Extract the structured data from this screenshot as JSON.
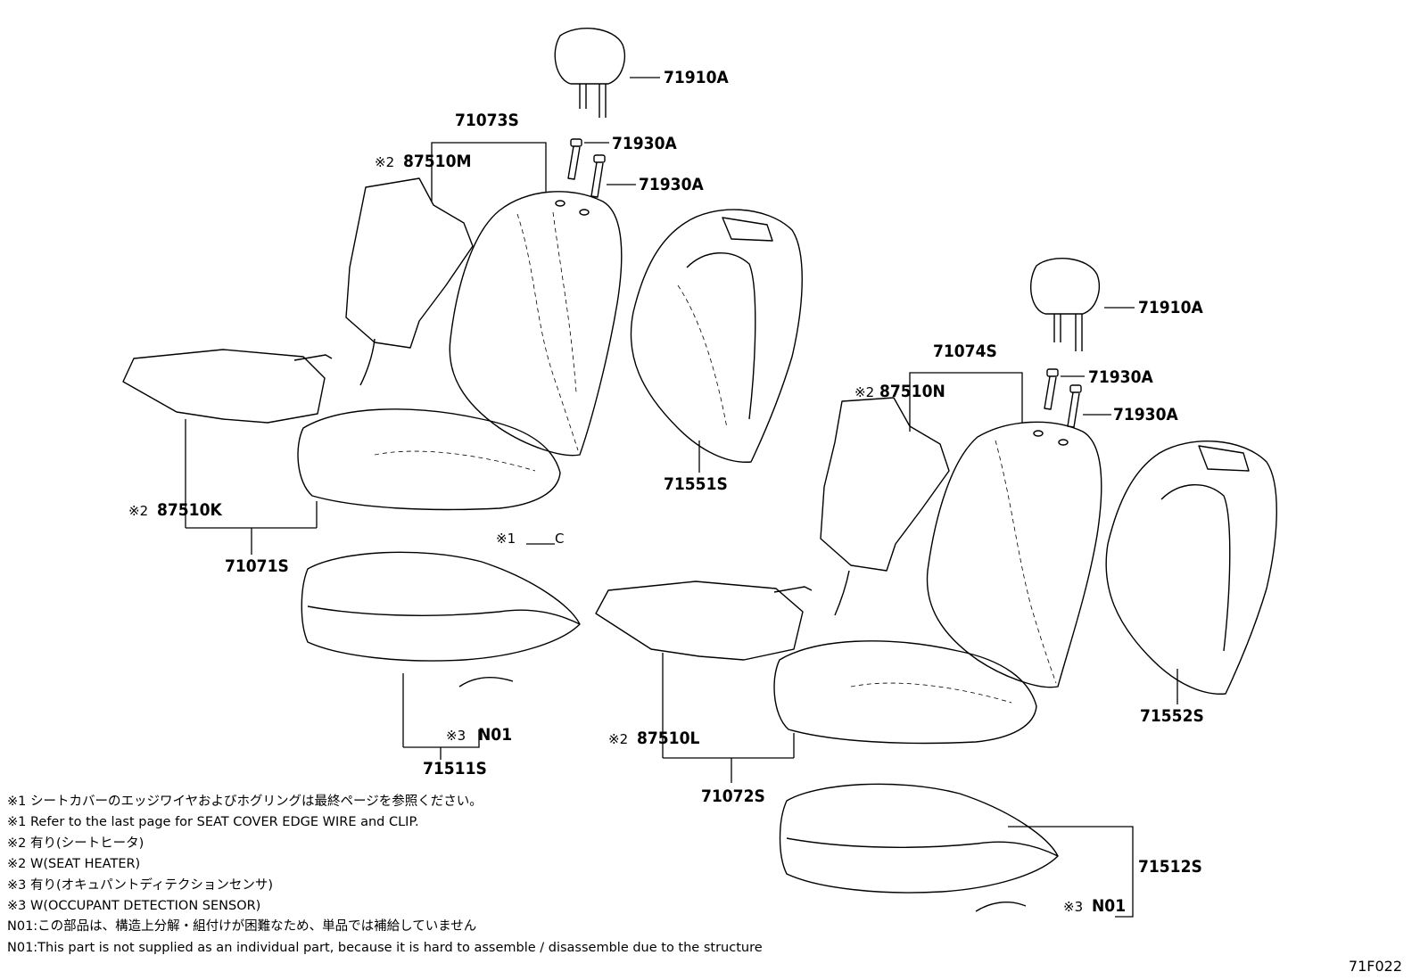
{
  "labels": {
    "headrest_1": "71910A",
    "headrest_2": "71910A",
    "support_1": "71930A",
    "support_2": "71930A",
    "support_3": "71930A",
    "support_4": "71930A",
    "back_assy_left": "71073S",
    "back_assy_right": "71074S",
    "back_cover_left": "71551S",
    "back_cover_right": "71552S",
    "heater_back_left": "87510M",
    "heater_back_right": "87510N",
    "heater_cushion_left": "87510K",
    "heater_cushion_right": "87510L",
    "cushion_assy_left": "71071S",
    "cushion_assy_right": "71072S",
    "cushion_frame_left": "71511S",
    "cushion_frame_right": "71512S",
    "n01_left": "N01",
    "n01_right": "N01",
    "clip_ref": "C",
    "mark1": "※1",
    "mark2": "※2",
    "mark3": "※3"
  },
  "notes": [
    "※1 シートカバーのエッジワイヤおよびホグリングは最終ページを参照ください。",
    "※1 Refer to the last page for SEAT COVER EDGE WIRE and CLIP.",
    "※2 有り(シートヒータ)",
    "※2 W(SEAT HEATER)",
    "※3 有り(オキュパントディテクションセンサ)",
    "※3 W(OCCUPANT DETECTION SENSOR)",
    "N01:この部品は、構造上分解・組付けが困難なため、単品では補給していません",
    "N01:This part is not supplied as an individual part, because it is hard to assemble / disassemble due to the structure"
  ],
  "figure_id": "71F022"
}
